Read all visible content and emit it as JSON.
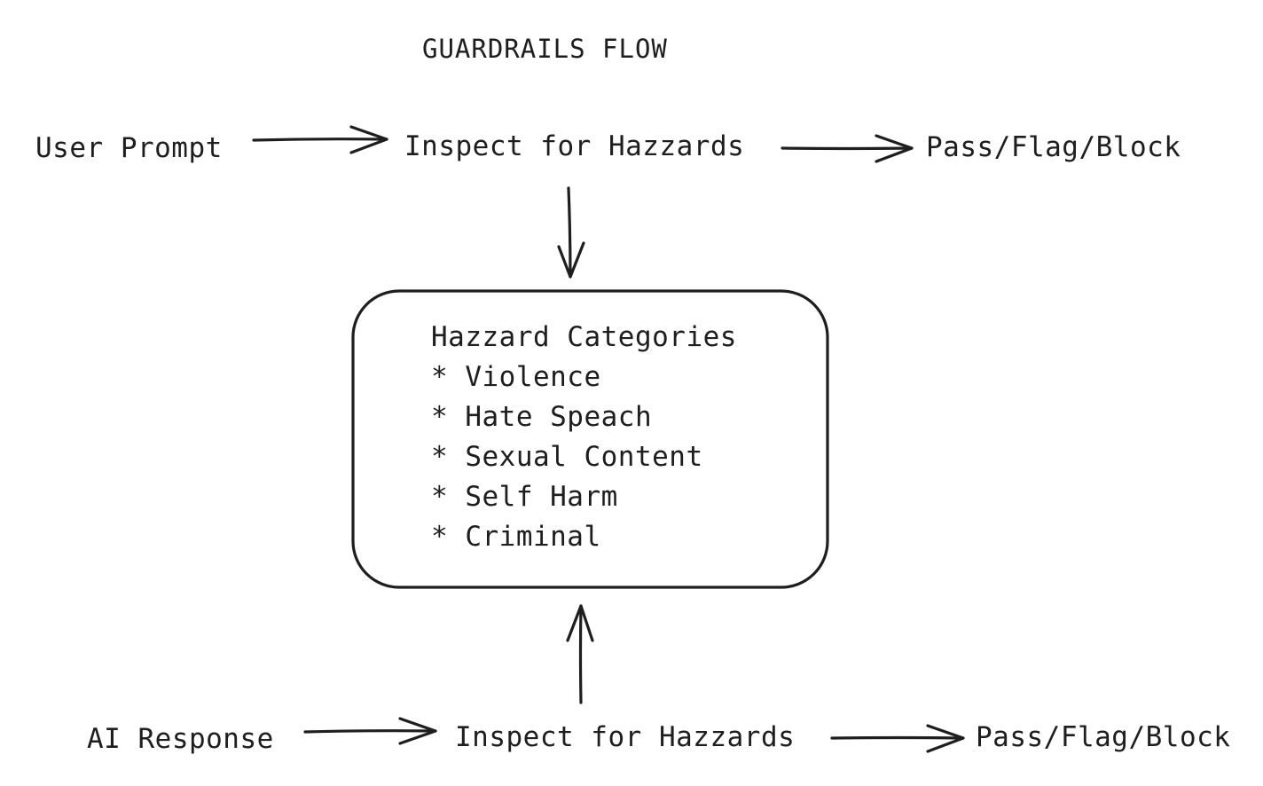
{
  "diagram": {
    "title": "GUARDRAILS FLOW",
    "input_flow": {
      "source": "User Prompt",
      "inspect": "Inspect for Hazzards",
      "outcome": "Pass/Flag/Block"
    },
    "output_flow": {
      "source": "AI Response",
      "inspect": "Inspect for Hazzards",
      "outcome": "Pass/Flag/Block"
    },
    "categories": {
      "heading": "Hazzard Categories",
      "items": [
        "* Violence",
        "* Hate Speach",
        "* Sexual Content",
        "* Self Harm",
        "* Criminal"
      ]
    }
  }
}
